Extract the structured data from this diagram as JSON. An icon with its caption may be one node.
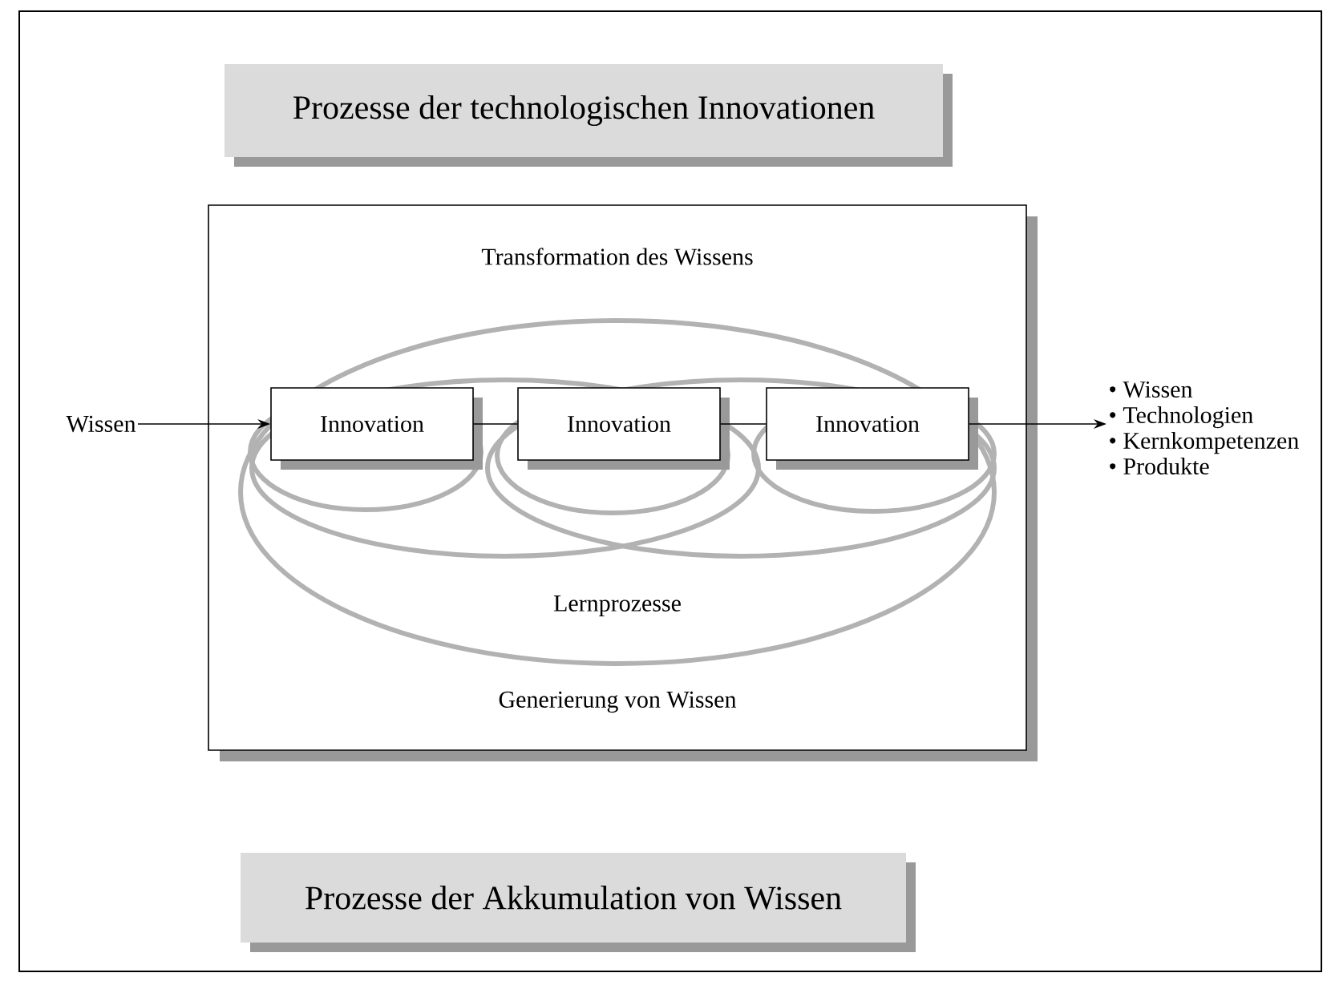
{
  "diagram": {
    "nodes": [
      {
        "text": [
          "Prozesse der technologischen Innovationen"
        ]
      },
      {
        "text": [
          "Transformation des Wissens",
          "Lernprozesse",
          "Generierung von Wissen"
        ]
      },
      {
        "text": [
          "Wissen"
        ]
      },
      {
        "text": [
          "Innovation"
        ],
        "in": 1
      },
      {
        "text": [
          "Innovation"
        ],
        "in": 1
      },
      {
        "text": [
          "Innovation"
        ],
        "in": 1
      },
      {
        "text": [
          "• Wissen",
          "• Technologien",
          "• Kernkompetenzen",
          "• Produkte"
        ]
      },
      {
        "text": [
          "Prozesse der Akkumulation von Wissen"
        ]
      }
    ],
    "edges": [
      {
        "from": 2,
        "to": 3,
        "arrow": "to"
      },
      {
        "from": 3,
        "to": 4,
        "arrow": "none"
      },
      {
        "from": 4,
        "to": 5,
        "arrow": "none"
      },
      {
        "from": 5,
        "to": 6,
        "arrow": "to"
      }
    ]
  }
}
